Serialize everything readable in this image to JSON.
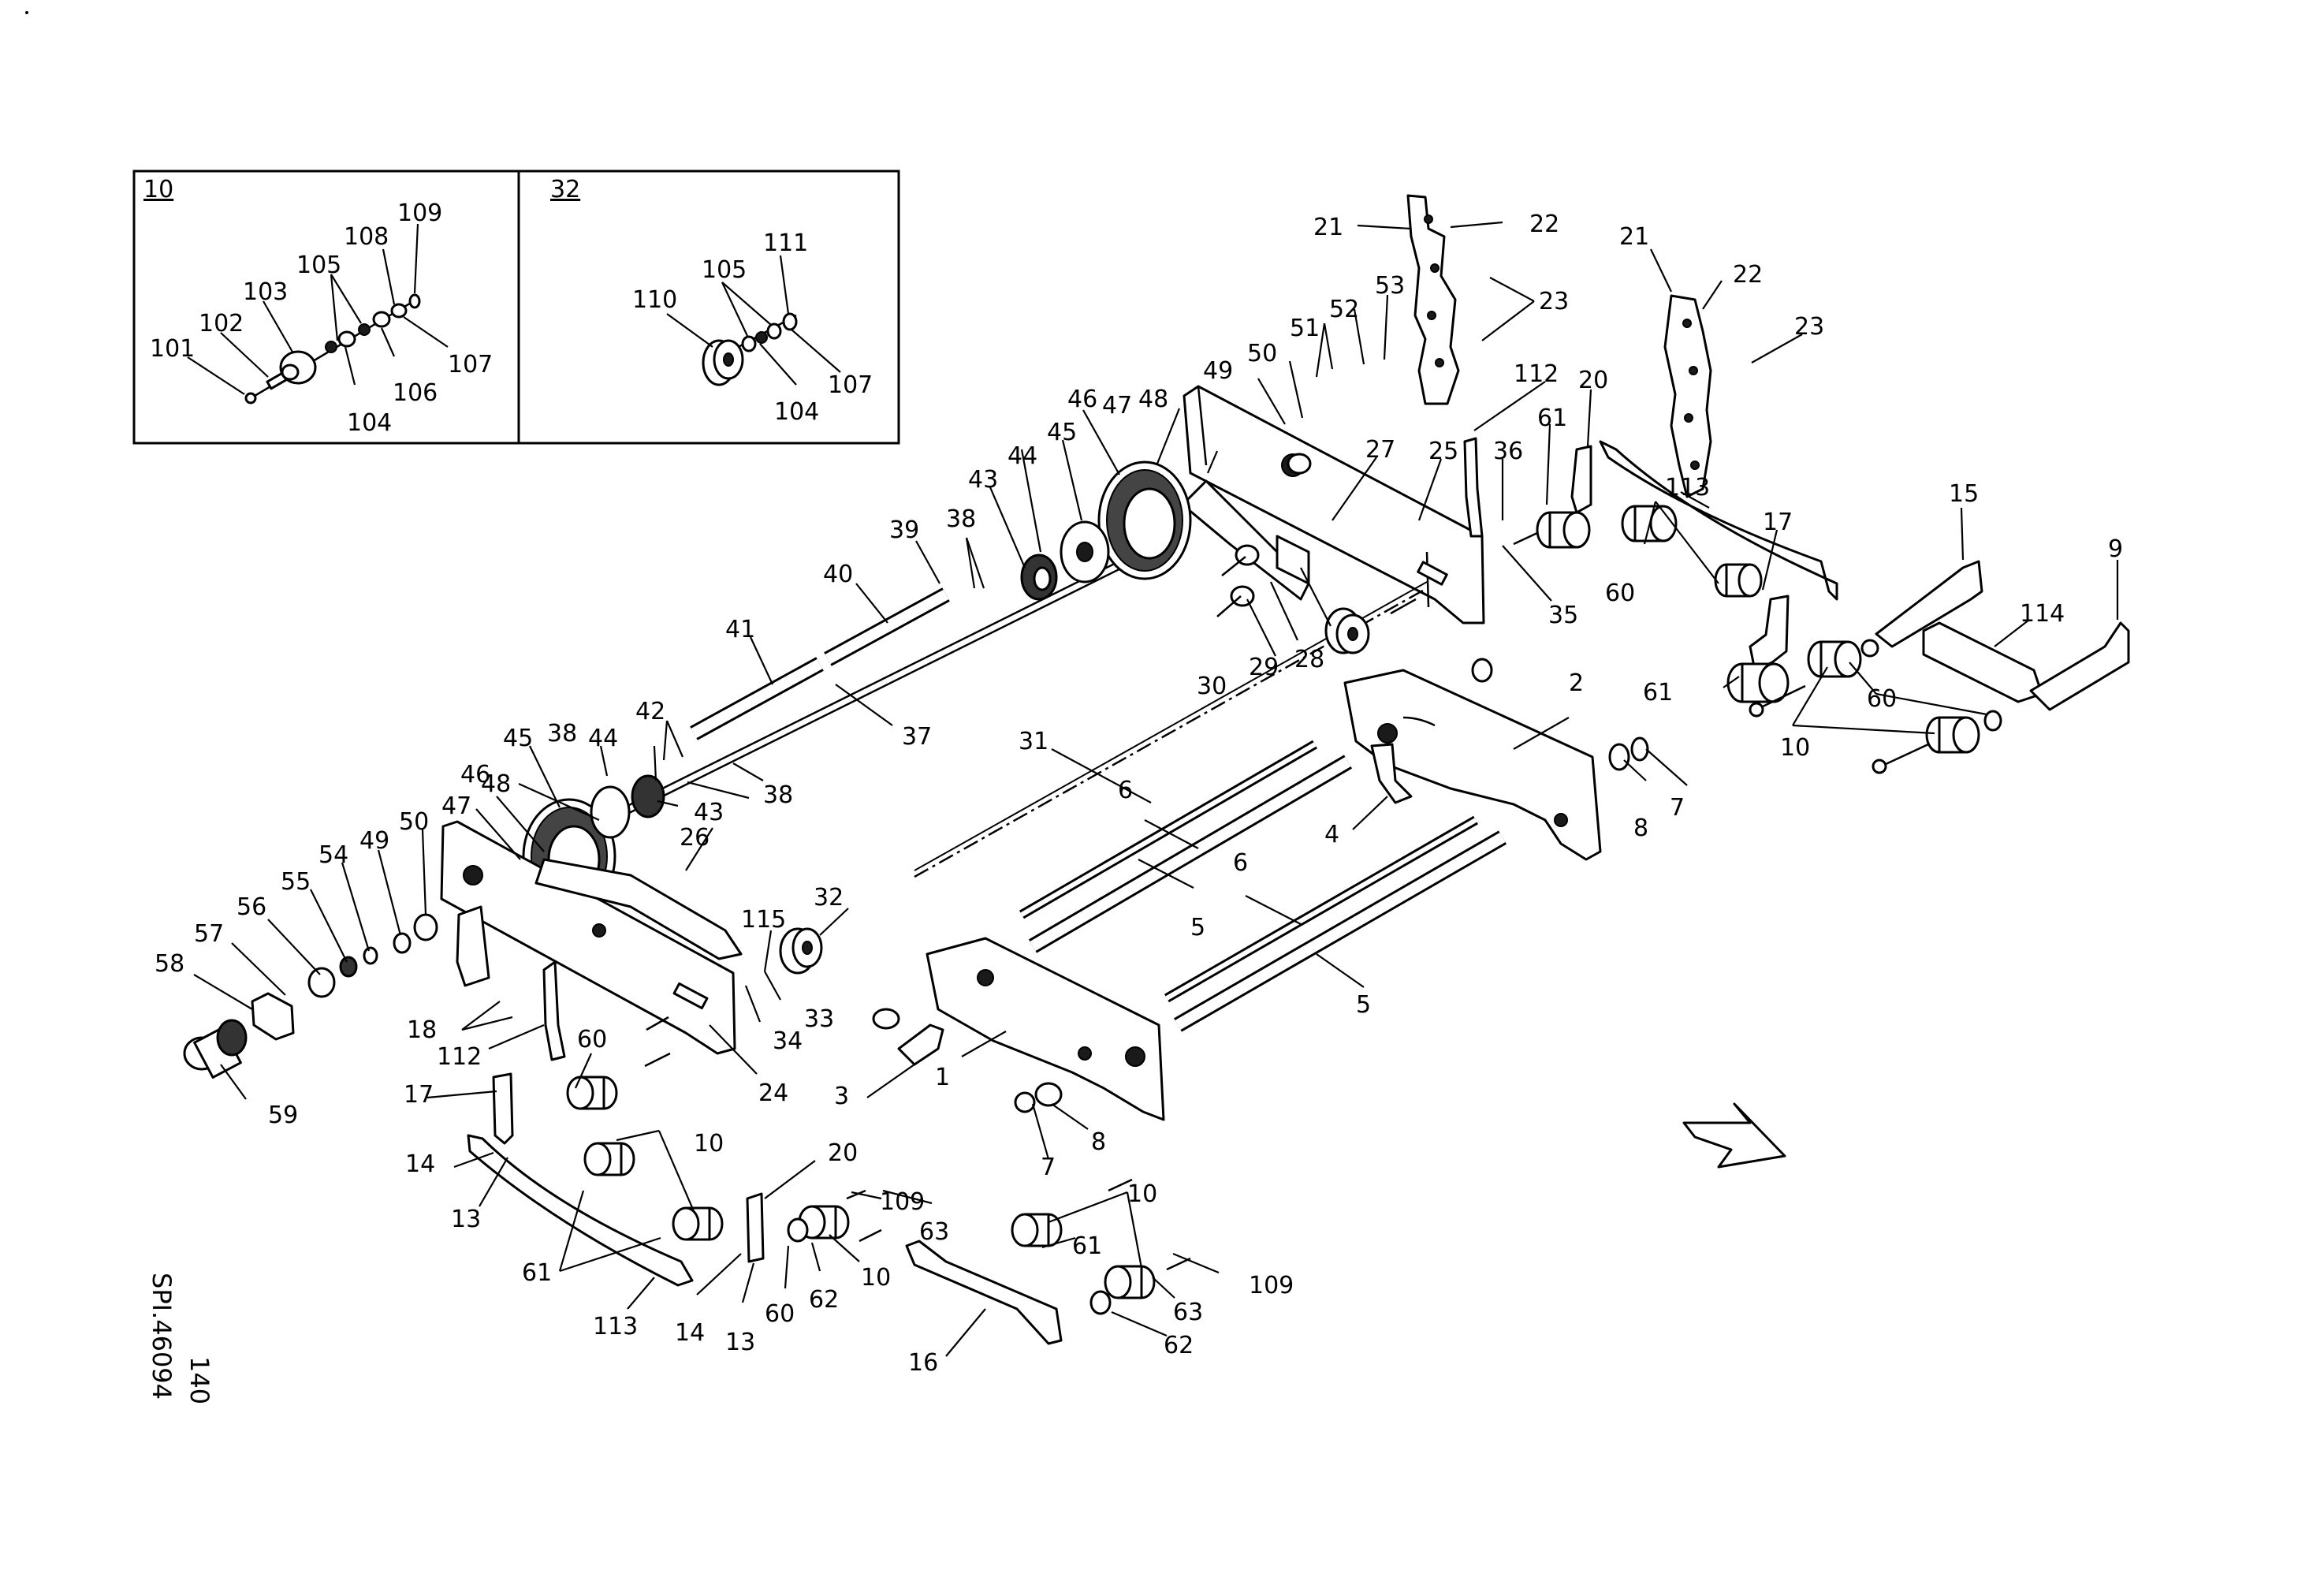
{
  "detail_boxes": [
    {
      "id": "10",
      "label": "10",
      "parts": [
        "101",
        "102",
        "103",
        "104",
        "105",
        "106",
        "107",
        "108",
        "109"
      ]
    },
    {
      "id": "32",
      "label": "32",
      "parts": [
        "104",
        "105",
        "107",
        "110",
        "111"
      ]
    }
  ],
  "drawing_id": "SPI.46094",
  "page_number": "140",
  "direction_arrow": "arrow-outline-icon",
  "callouts": [
    "1",
    "2",
    "3",
    "4",
    "5",
    "5",
    "6",
    "6",
    "7",
    "7",
    "8",
    "8",
    "9",
    "10",
    "10",
    "10",
    "10",
    "13",
    "13",
    "14",
    "14",
    "15",
    "16",
    "17",
    "17",
    "18",
    "20",
    "20",
    "21",
    "21",
    "22",
    "22",
    "23",
    "23",
    "24",
    "25",
    "26",
    "27",
    "28",
    "29",
    "30",
    "31",
    "32",
    "33",
    "34",
    "35",
    "36",
    "37",
    "38",
    "38",
    "38",
    "39",
    "40",
    "41",
    "42",
    "43",
    "43",
    "44",
    "44",
    "45",
    "45",
    "46",
    "46",
    "47",
    "47",
    "48",
    "48",
    "49",
    "49",
    "50",
    "50",
    "51",
    "52",
    "53",
    "54",
    "55",
    "56",
    "57",
    "58",
    "59",
    "60",
    "60",
    "60",
    "60",
    "61",
    "61",
    "61",
    "61",
    "62",
    "62",
    "63",
    "63",
    "109",
    "109",
    "112",
    "112",
    "113",
    "113",
    "114",
    "115"
  ]
}
